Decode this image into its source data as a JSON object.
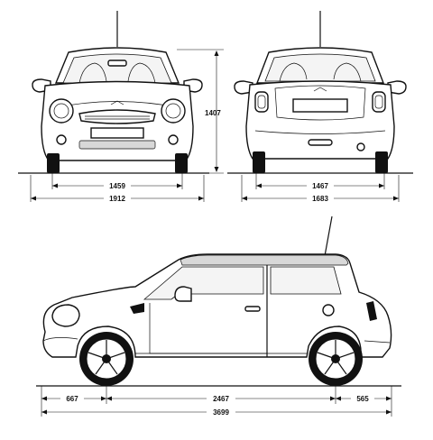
{
  "front_view": {
    "track_width": "1459",
    "overall_width": "1912",
    "height": "1407"
  },
  "rear_view": {
    "track_width": "1467",
    "overall_width": "1683"
  },
  "side_view": {
    "front_overhang": "667",
    "wheelbase": "2467",
    "rear_overhang": "565",
    "overall_length": "3699"
  },
  "colors": {
    "line": "#111111",
    "background": "#ffffff"
  }
}
